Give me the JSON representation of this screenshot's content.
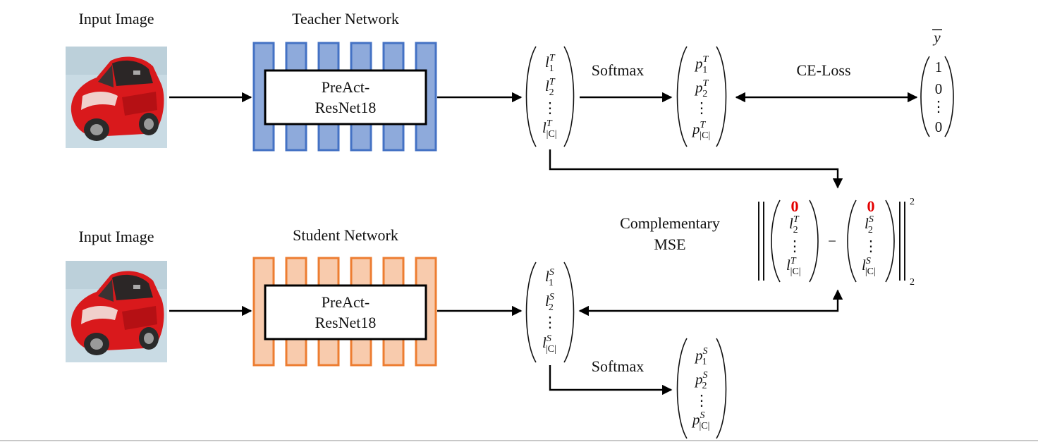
{
  "teacher_label": "Teacher Network",
  "student_label": "Student Network",
  "input_image_label": "Input Image",
  "backbone_line1": "PreAct-",
  "backbone_line2": "ResNet18",
  "softmax_label": "Softmax",
  "ce_loss_label": "CE-Loss",
  "complementary_label_line1": "Complementary",
  "complementary_label_line2": "MSE",
  "y_bar_label": "y",
  "onehot": [
    "1",
    "0",
    "⋮",
    "0"
  ],
  "teacher_logits": {
    "sym": "l",
    "sup": "T",
    "subs": [
      "1",
      "2",
      "|C|"
    ]
  },
  "student_logits": {
    "sym": "l",
    "sup": "S",
    "subs": [
      "1",
      "2",
      "|C|"
    ]
  },
  "teacher_probs": {
    "sym": "p",
    "sup": "T",
    "subs": [
      "1",
      "2",
      "|C|"
    ]
  },
  "student_probs": {
    "sym": "p",
    "sup": "S",
    "subs": [
      "1",
      "2",
      "|C|"
    ]
  },
  "norm_zero": "0",
  "norm_minus": "−",
  "norm_power": "2",
  "norm_subscript": "2",
  "colors": {
    "teacher_fill": "#8eaadb",
    "teacher_stroke": "#4472c4",
    "student_fill": "#f8cbad",
    "student_stroke": "#ed7d31",
    "zero_red": "#e30000"
  }
}
